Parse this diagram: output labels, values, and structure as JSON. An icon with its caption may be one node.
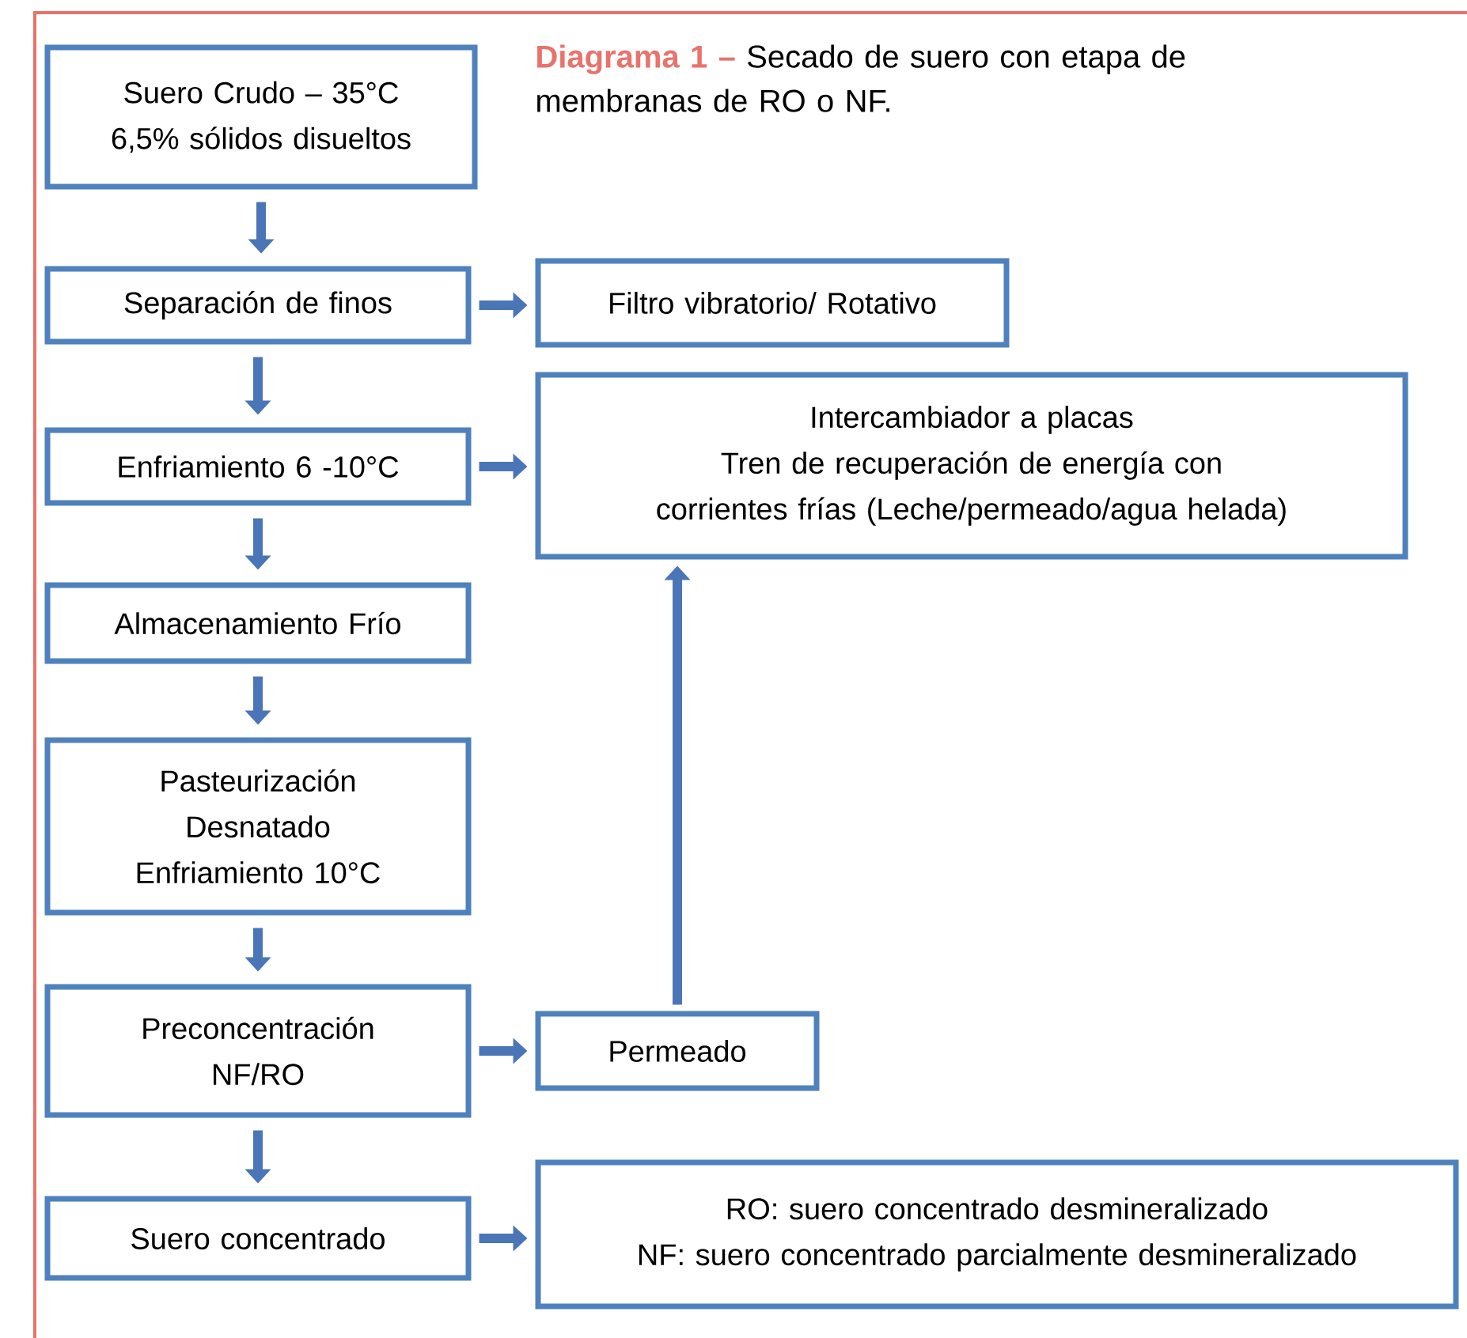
{
  "diagram": {
    "title": "Diagrama 1 –",
    "caption": "Secado de suero con etapa de membranas de RO o NF.",
    "nodes": [
      {
        "text": [
          "Suero Crudo – 35°C",
          "6,5% sólidos disueltos"
        ]
      },
      {
        "text": [
          "Separación de finos"
        ]
      },
      {
        "text": [
          "Filtro vibratorio/ Rotativo"
        ]
      },
      {
        "text": [
          "Enfriamiento 6 -10°C"
        ]
      },
      {
        "text": [
          "Intercambiador a placas",
          "Tren de recuperación de energía con corrientes frías (Leche/permeado/agua helada)"
        ]
      },
      {
        "text": [
          "Almacenamiento Frío"
        ]
      },
      {
        "text": [
          "Pasteurización",
          "Desnatado",
          "Enfriamiento 10°C"
        ]
      },
      {
        "text": [
          "Preconcentración NF/RO"
        ]
      },
      {
        "text": [
          "Permeado"
        ]
      },
      {
        "text": [
          "Suero concentrado"
        ]
      },
      {
        "text": [
          "RO: suero concentrado desmineralizado",
          "NF: suero concentrado parcialmente desmineralizado"
        ]
      }
    ],
    "edges": [
      {
        "from": 0,
        "to": 1,
        "arrow": "to"
      },
      {
        "from": 1,
        "to": 2,
        "arrow": "to"
      },
      {
        "from": 1,
        "to": 3,
        "arrow": "to"
      },
      {
        "from": 3,
        "to": 4,
        "arrow": "to"
      },
      {
        "from": 3,
        "to": 5,
        "arrow": "to"
      },
      {
        "from": 5,
        "to": 6,
        "arrow": "to"
      },
      {
        "from": 6,
        "to": 7,
        "arrow": "to"
      },
      {
        "from": 7,
        "to": 8,
        "arrow": "to"
      },
      {
        "from": 7,
        "to": 9,
        "arrow": "to"
      },
      {
        "from": 9,
        "to": 10,
        "arrow": "to"
      },
      {
        "from": 8,
        "to": 4,
        "arrow": "to"
      }
    ]
  }
}
